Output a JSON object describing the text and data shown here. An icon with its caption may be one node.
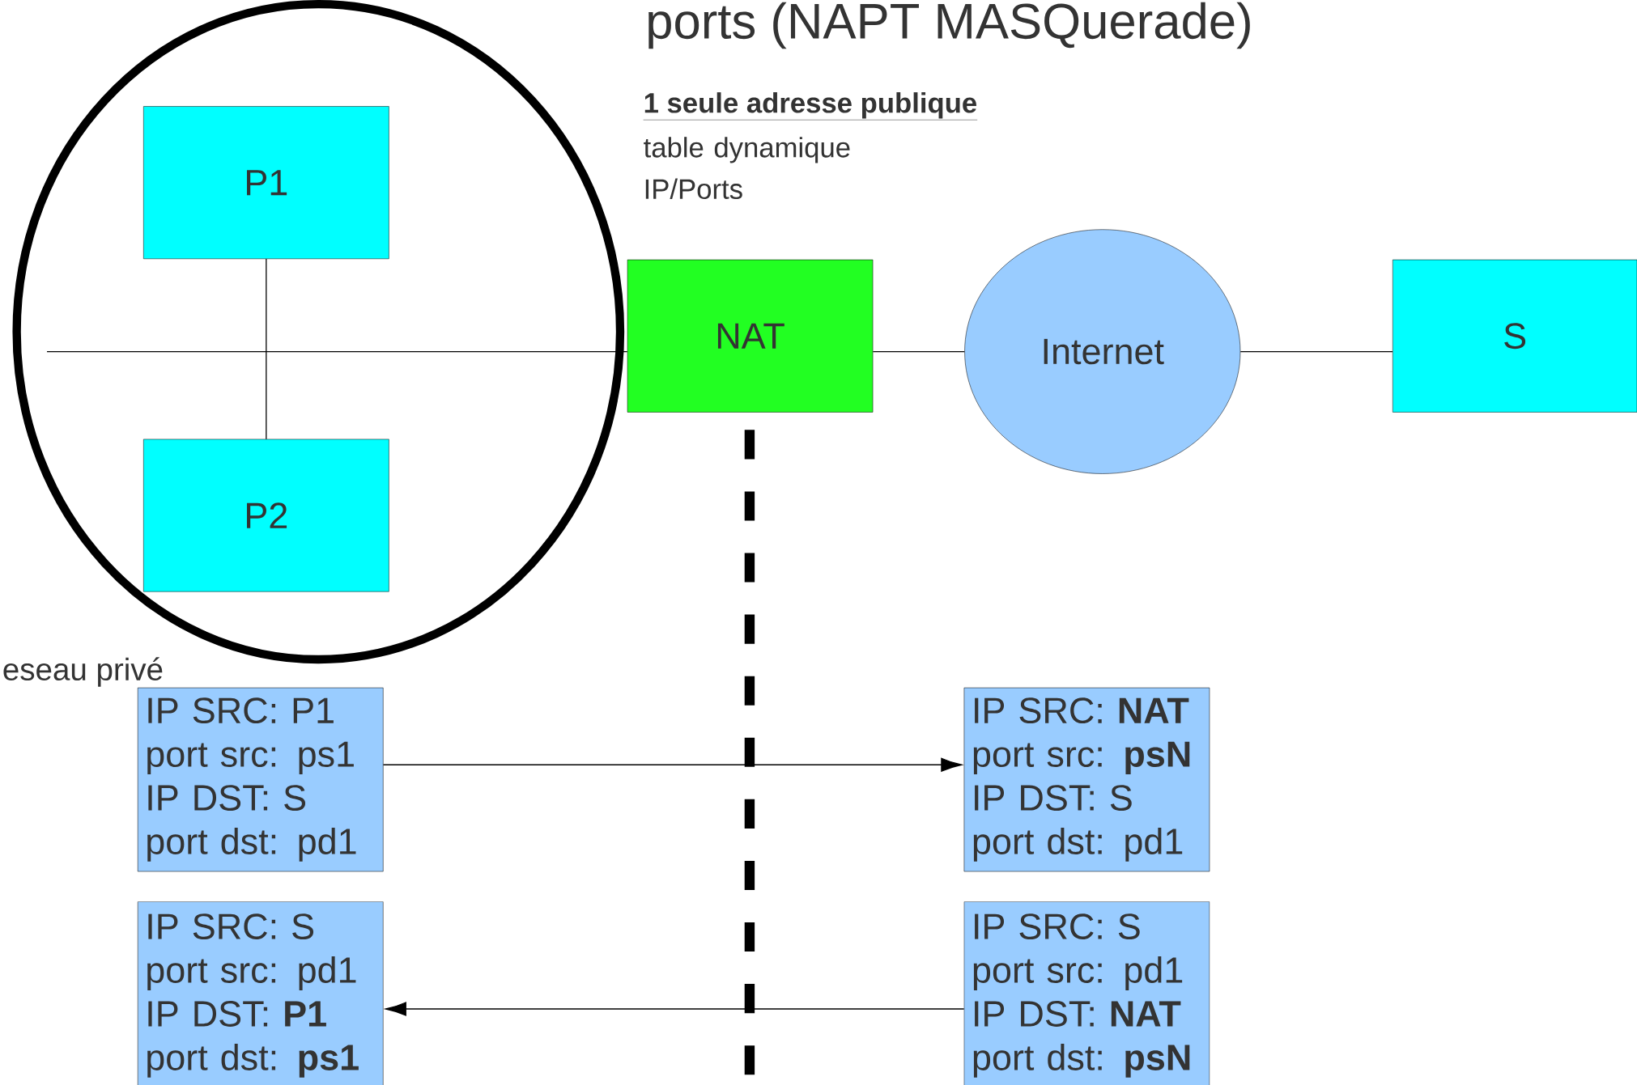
{
  "diagram": {
    "title": "ports (NAPT MASQuerade)",
    "nodes": [
      {
        "text": [],
        "shape": "circle"
      },
      {
        "text": [
          "P1"
        ],
        "in": 0
      },
      {
        "text": [
          "P2"
        ],
        "in": 0
      },
      {
        "text": [
          "NAT"
        ]
      },
      {
        "text": [
          "Internet"
        ]
      },
      {
        "text": [
          "S"
        ]
      },
      {
        "text": [
          "IP SRC: P1",
          "port src: ps1",
          "IP DST: S",
          "port dst: pd1"
        ]
      },
      {
        "text": [
          "IP SRC: **NAT**",
          "port src: **psN**",
          "IP DST: S",
          "port dst: pd1"
        ]
      },
      {
        "text": [
          "IP SRC: S",
          "port src: pd1",
          "IP DST: **P1**",
          "port dst: **ps1**"
        ]
      },
      {
        "text": [
          "IP SRC: S",
          "port src: pd1",
          "IP DST: **NAT**",
          "port dst: **psN**"
        ]
      }
    ],
    "edges": [
      {
        "from": 1,
        "to": 2,
        "arrow": "none"
      },
      {
        "from": null,
        "to": 3,
        "arrow": "none"
      },
      {
        "from": 3,
        "to": 4,
        "arrow": "none"
      },
      {
        "from": 4,
        "to": 5,
        "arrow": "none"
      },
      {
        "from": 6,
        "to": 7,
        "arrow": "to"
      },
      {
        "from": 9,
        "to": 8,
        "arrow": "to"
      }
    ],
    "labels": [
      "1 seule adresse publique",
      "table dynamique IP/Ports",
      "eseau privé"
    ]
  }
}
